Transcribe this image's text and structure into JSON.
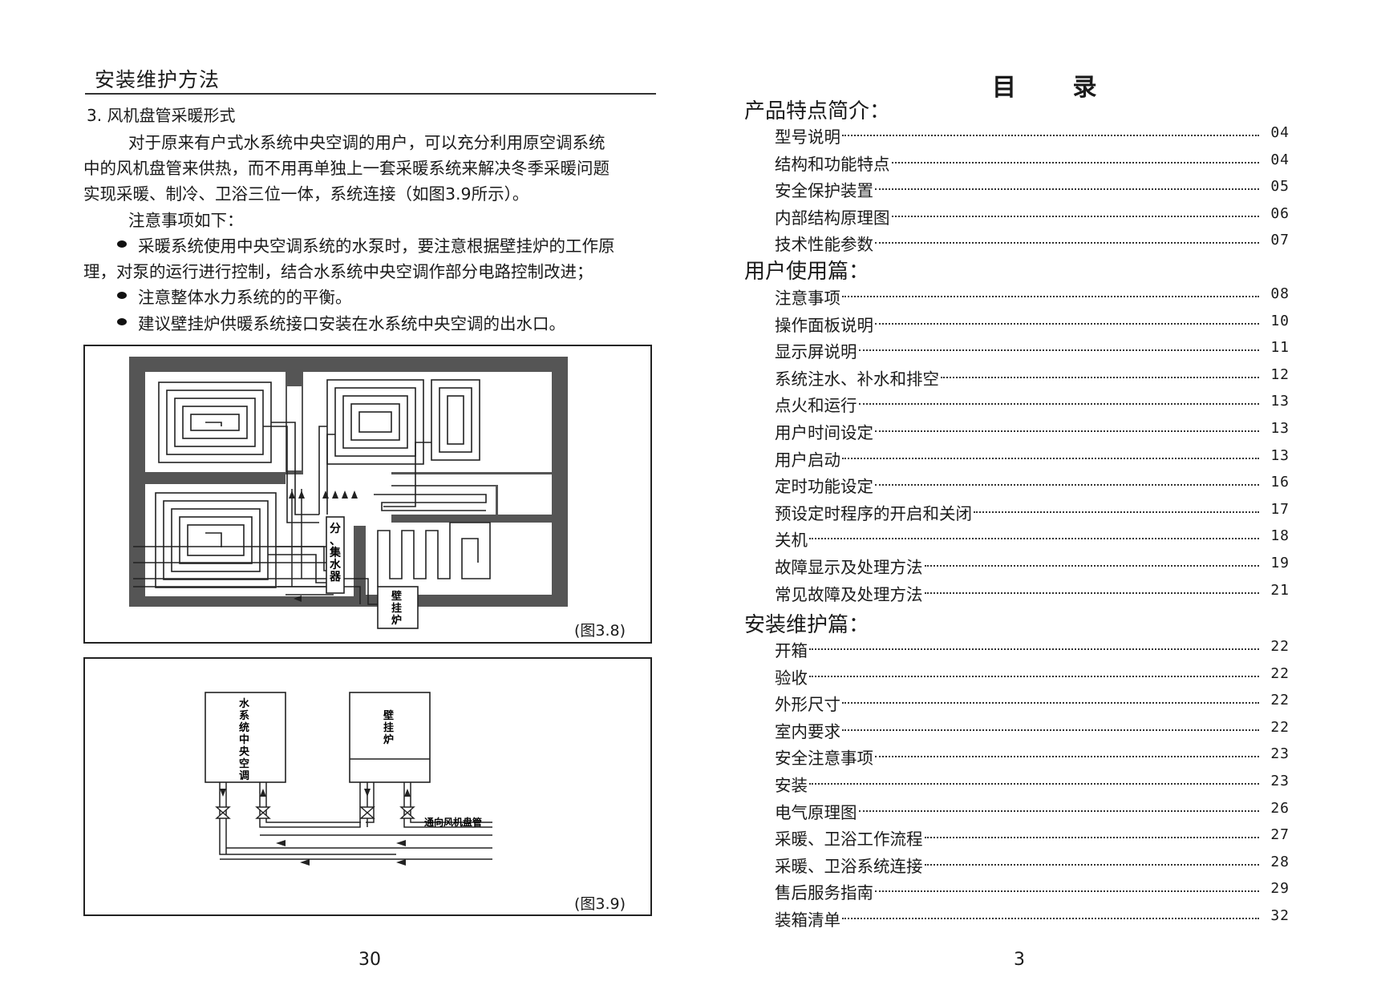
{
  "left_page": {
    "header": "安装维护方法",
    "subheading": "3. 风机盘管采暖形式",
    "paragraphs": [
      "对于原来有户式水系统中央空调的用户，可以充分利用原空调系统",
      "中的风机盘管来供热，而不用再单独上一套采暖系统来解决冬季采暖问题",
      "实现采暖、制冷、卫浴三位一体，系统连接（如图3.9所示）。",
      "注意事项如下："
    ],
    "notes": [
      "采暖系统使用中央空调系统的水泵时，要注意根据壁挂炉的工作原",
      "理，对泵的运行进行控制，结合水系统中央空调作部分电路控制改进；",
      "注意整体水力系统的的平衡。",
      "建议壁挂炉供暖系统接口安装在水系统中央空调的出水口。"
    ],
    "figure_38": {
      "caption": "(图3.8)",
      "manifold_label": [
        "分",
        "、",
        "集",
        "水",
        "器"
      ],
      "boiler_label": [
        "壁",
        "挂",
        "炉"
      ]
    },
    "figure_39": {
      "caption": "(图3.9)",
      "ac_label": [
        "水",
        "系",
        "统",
        "中",
        "央",
        "空",
        "调"
      ],
      "boiler_label": [
        "壁",
        "挂",
        "炉"
      ],
      "to_fan_coil": "通向风机盘管"
    },
    "page_number": "30"
  },
  "right_page": {
    "title": "目 录",
    "sections": [
      {
        "title": "产品特点简介：",
        "items": [
          {
            "label": "型号说明",
            "page": "04"
          },
          {
            "label": "结构和功能特点",
            "page": "04"
          },
          {
            "label": "安全保护装置",
            "page": "05"
          },
          {
            "label": "内部结构原理图",
            "page": "06"
          },
          {
            "label": "技术性能参数",
            "page": "07"
          }
        ]
      },
      {
        "title": "用户使用篇：",
        "items": [
          {
            "label": "注意事项",
            "page": "08"
          },
          {
            "label": "操作面板说明",
            "page": "10"
          },
          {
            "label": "显示屏说明",
            "page": "11"
          },
          {
            "label": "系统注水、补水和排空",
            "page": "12"
          },
          {
            "label": "点火和运行",
            "page": "13"
          },
          {
            "label": "用户时间设定",
            "page": "13"
          },
          {
            "label": "用户启动",
            "page": "13"
          },
          {
            "label": "定时功能设定",
            "page": "16"
          },
          {
            "label": "预设定时程序的开启和关闭",
            "page": "17"
          },
          {
            "label": "关机",
            "page": "18"
          },
          {
            "label": "故障显示及处理方法",
            "page": "19"
          },
          {
            "label": "常见故障及处理方法",
            "page": "21"
          }
        ]
      },
      {
        "title": "安装维护篇：",
        "items": [
          {
            "label": "开箱",
            "page": "22"
          },
          {
            "label": "验收",
            "page": "22"
          },
          {
            "label": "外形尺寸",
            "page": "22"
          },
          {
            "label": "室内要求",
            "page": "22"
          },
          {
            "label": "安全注意事项",
            "page": "23"
          },
          {
            "label": "安装",
            "page": "23"
          },
          {
            "label": "电气原理图",
            "page": "26"
          },
          {
            "label": "采暖、卫浴工作流程",
            "page": "27"
          },
          {
            "label": "采暖、卫浴系统连接",
            "page": "28"
          },
          {
            "label": "售后服务指南",
            "page": "29"
          },
          {
            "label": "装箱清单",
            "page": "32"
          }
        ]
      }
    ],
    "page_number": "3"
  }
}
